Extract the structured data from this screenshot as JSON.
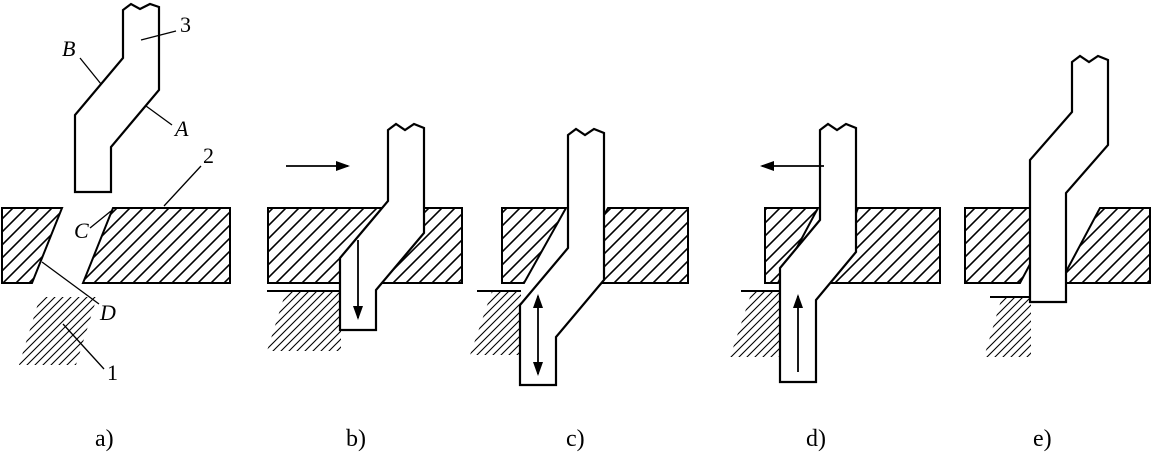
{
  "diagram": {
    "background": "#ffffff",
    "line_color": "#000000",
    "subfigures": [
      {
        "caption": "a)",
        "part_labels": {
          "B": "B",
          "n3": "3",
          "A": "A",
          "n2": "2",
          "C": "C",
          "D": "D",
          "n1": "1"
        }
      },
      {
        "caption": "b)"
      },
      {
        "caption": "c)"
      },
      {
        "caption": "d)"
      },
      {
        "caption": "e)"
      }
    ]
  }
}
